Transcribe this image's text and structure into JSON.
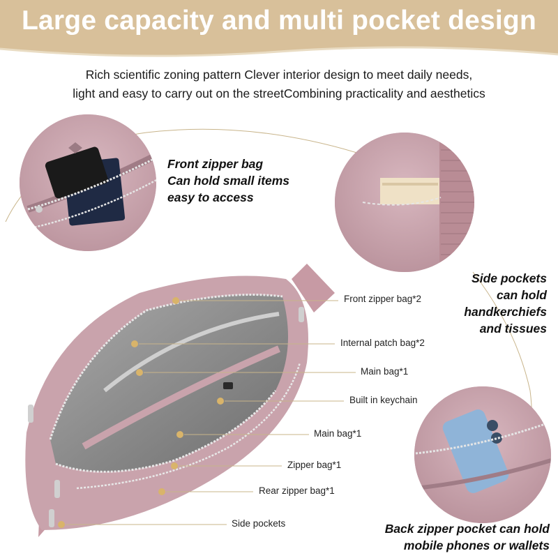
{
  "header": {
    "title": "Large capacity and multi pocket design",
    "band_color": "#d8c09a"
  },
  "intro": {
    "line1": "Rich scientific zoning pattern Clever interior design to meet daily needs,",
    "line2": "light and easy to carry out on the streetCombining practicality and aesthetics"
  },
  "callouts": {
    "front": [
      "Front zipper bag",
      "Can hold small items",
      "easy to access"
    ],
    "side": [
      "Side pockets",
      "can hold",
      "handkerchiefs",
      "and tissues"
    ],
    "back": [
      "Back zipper pocket can hold",
      "mobile phones or wallets"
    ]
  },
  "labels": [
    "Front zipper bag*2",
    "Internal patch bag*2",
    "Main bag*1",
    "Built in keychain",
    "Main bag*1",
    "Zipper bag*1",
    "Rear zipper bag*1",
    "Side pockets"
  ],
  "colors": {
    "bag_pink": "#c9a3ac",
    "lining_gray": "#8f8f8f",
    "dot_gold": "#d9b46a",
    "guide_line": "#c8b48a"
  }
}
